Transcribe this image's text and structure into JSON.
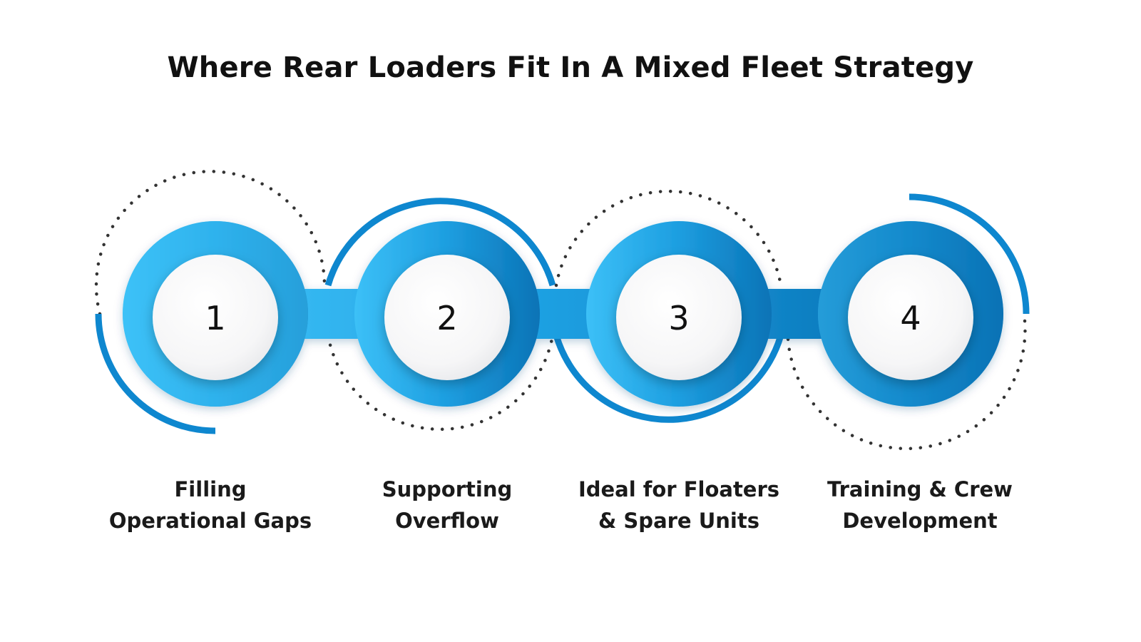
{
  "title": "Where Rear Loaders Fit In A Mixed Fleet Strategy",
  "colors": {
    "accent_light": "#3bbcf5",
    "accent_mid": "#1f9fe0",
    "accent_dark": "#0a74b8",
    "ring": "#0e87cf",
    "dots": "#333333",
    "text": "#111111"
  },
  "steps": [
    {
      "number": "1",
      "label_line1": "Filling",
      "label_line2": "Operational Gaps"
    },
    {
      "number": "2",
      "label_line1": "Supporting",
      "label_line2": "Overflow"
    },
    {
      "number": "3",
      "label_line1": "Ideal for Floaters",
      "label_line2": "& Spare Units"
    },
    {
      "number": "4",
      "label_line1": "Training & Crew",
      "label_line2": "Development"
    }
  ]
}
